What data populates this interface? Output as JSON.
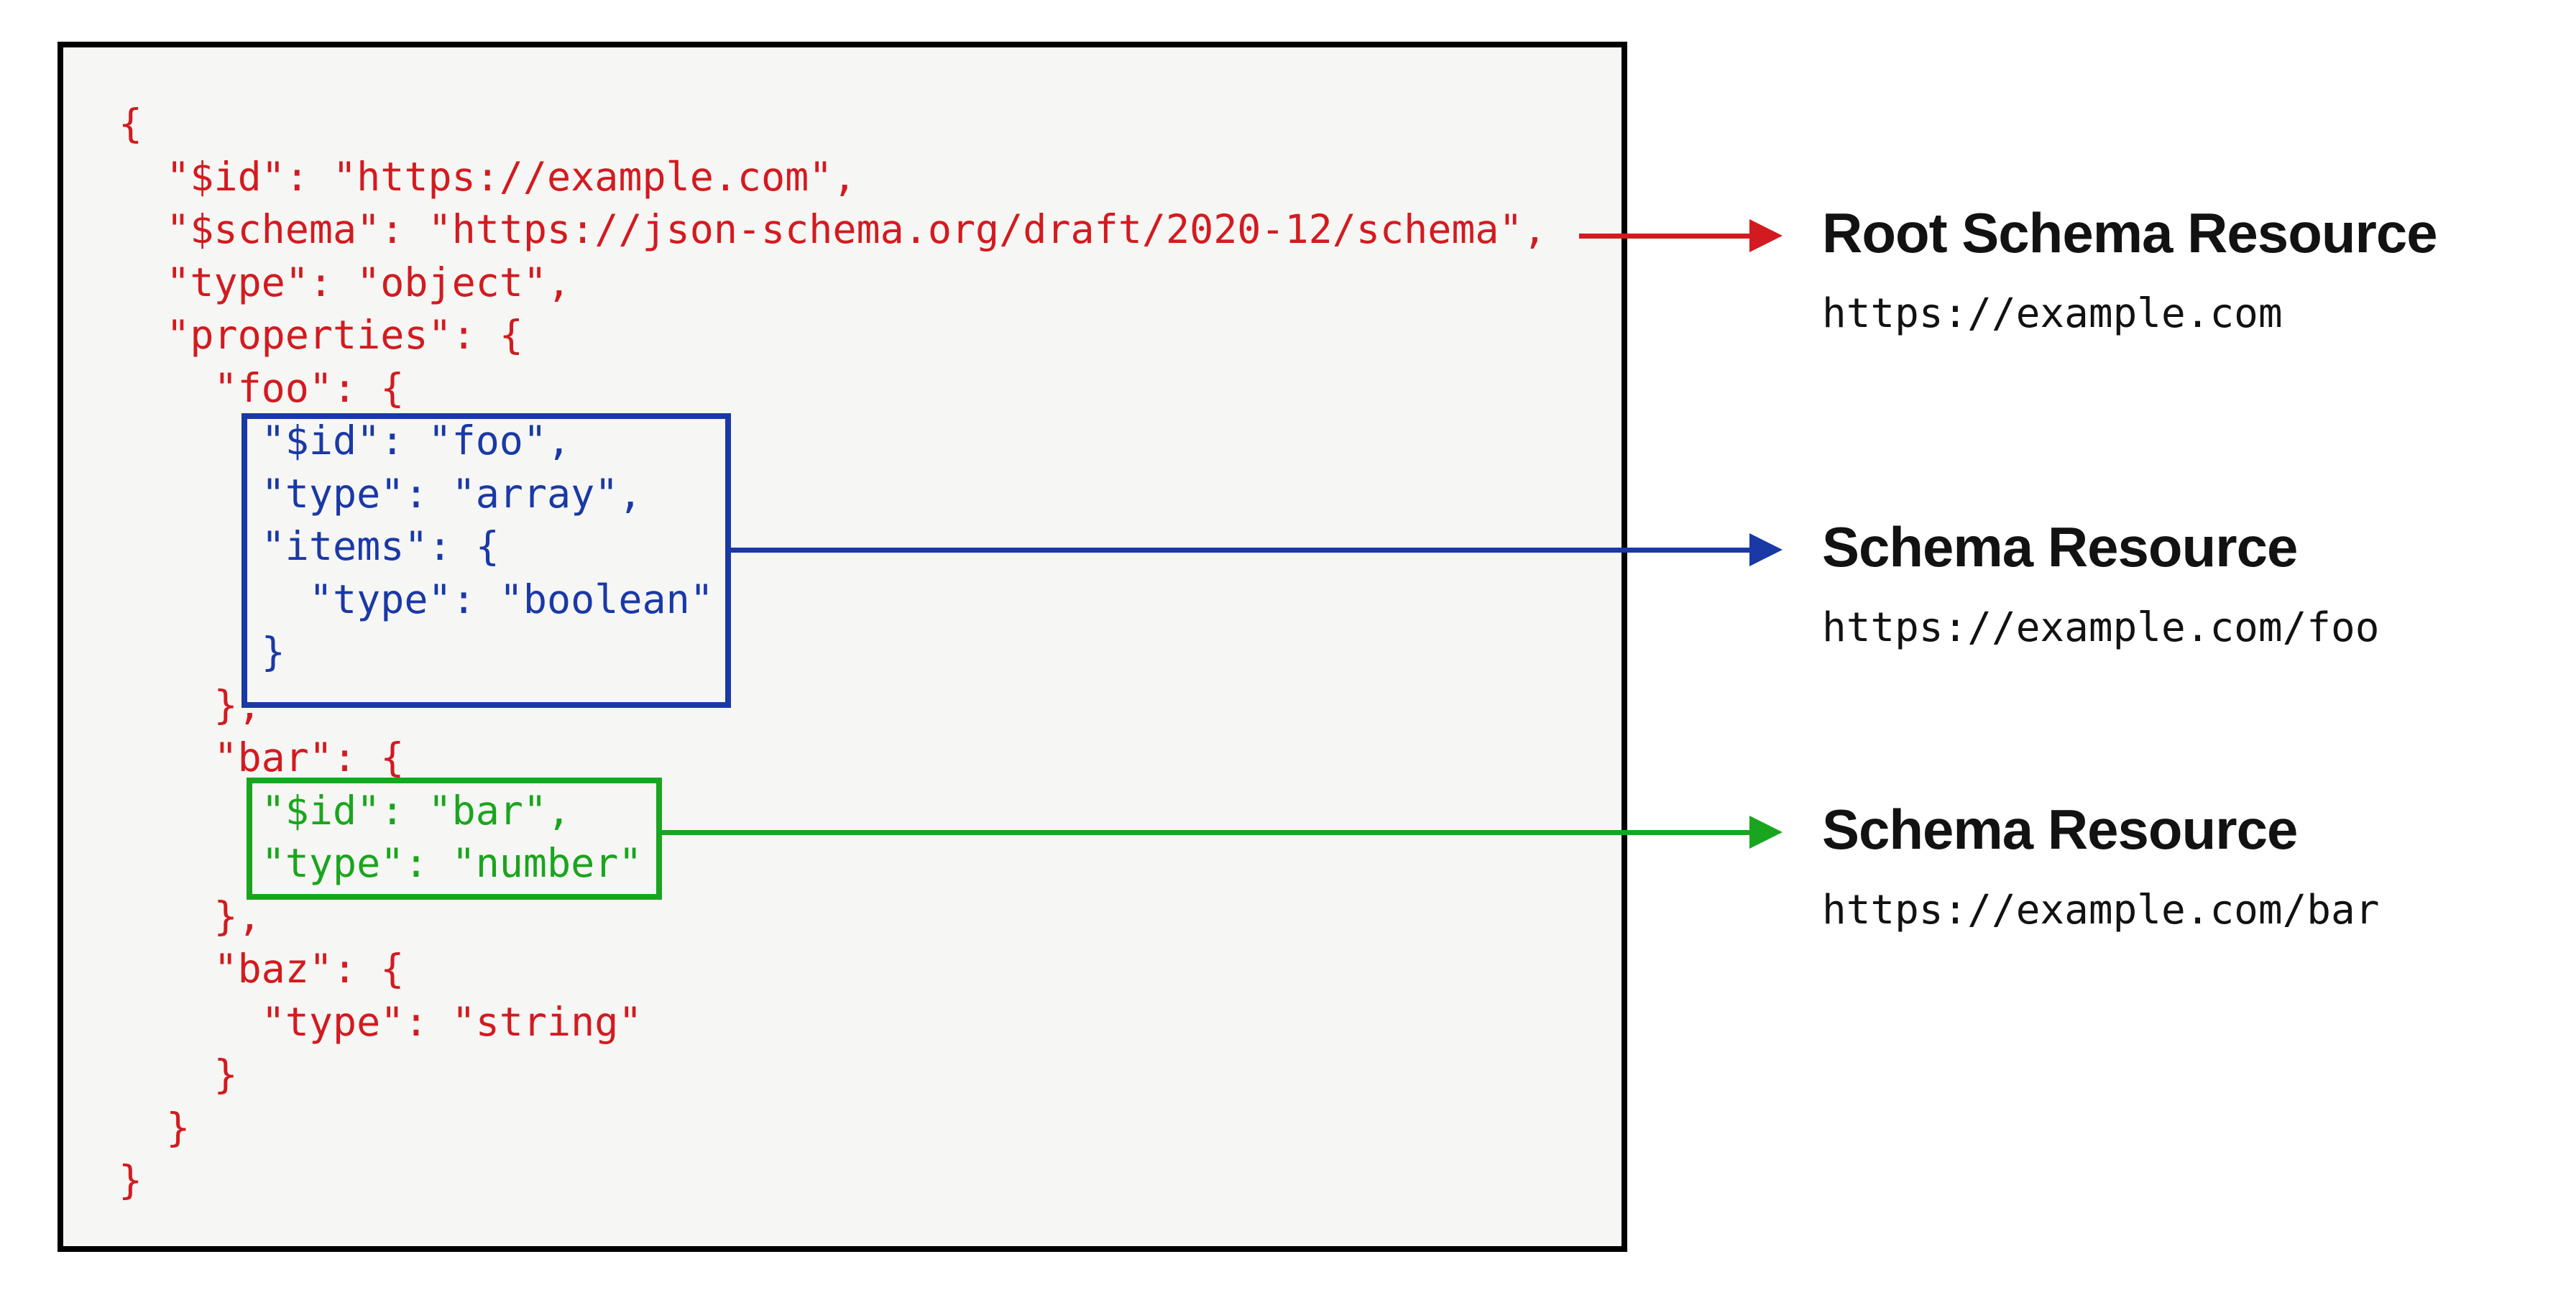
{
  "colors": {
    "red": "#d21b20",
    "blue": "#1a39a6",
    "green": "#1aa51e",
    "ink": "#121212",
    "panel_bg": "#f6f6f4",
    "panel_border": "#000000",
    "page_bg": "#ffffff"
  },
  "code": {
    "lines": [
      {
        "text": "{",
        "color": "red"
      },
      {
        "text": "  \"$id\": \"https://example.com\",",
        "color": "red"
      },
      {
        "text": "  \"$schema\": \"https://json-schema.org/draft/2020-12/schema\",",
        "color": "red"
      },
      {
        "text": "  \"type\": \"object\",",
        "color": "red"
      },
      {
        "text": "  \"properties\": {",
        "color": "red"
      },
      {
        "text": "    \"foo\": {",
        "color": "red"
      },
      {
        "text": "      \"$id\": \"foo\",",
        "color": "blue"
      },
      {
        "text": "      \"type\": \"array\",",
        "color": "blue"
      },
      {
        "text": "      \"items\": {",
        "color": "blue"
      },
      {
        "text": "        \"type\": \"boolean\"",
        "color": "blue"
      },
      {
        "text": "      }",
        "color": "blue"
      },
      {
        "text": "    },",
        "color": "red"
      },
      {
        "text": "    \"bar\": {",
        "color": "red"
      },
      {
        "text": "      \"$id\": \"bar\",",
        "color": "green"
      },
      {
        "text": "      \"type\": \"number\"",
        "color": "green"
      },
      {
        "text": "    },",
        "color": "red"
      },
      {
        "text": "    \"baz\": {",
        "color": "red"
      },
      {
        "text": "      \"type\": \"string\"",
        "color": "red"
      },
      {
        "text": "    }",
        "color": "red"
      },
      {
        "text": "  }",
        "color": "red"
      },
      {
        "text": "}",
        "color": "red"
      }
    ]
  },
  "annotations": [
    {
      "title": "Root Schema Resource",
      "url": "https://example.com",
      "color": "red"
    },
    {
      "title": "Schema Resource",
      "url": "https://example.com/foo",
      "color": "blue"
    },
    {
      "title": "Schema Resource",
      "url": "https://example.com/bar",
      "color": "green"
    }
  ]
}
